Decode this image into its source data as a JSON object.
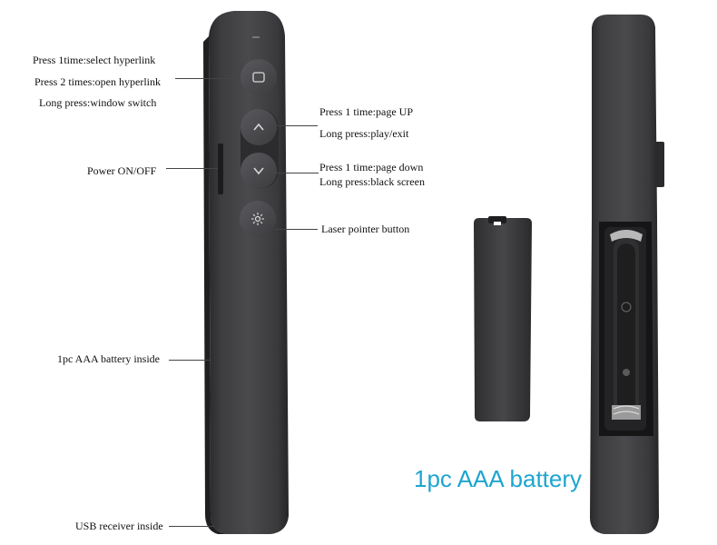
{
  "labels": {
    "select_hyperlink": "Press 1time:select hyperlink",
    "open_hyperlink": "Press 2 times:open hyperlink",
    "window_switch": "Long press:window switch",
    "page_up": "Press 1 time:page UP",
    "play_exit": "Long press:play/exit",
    "power": "Power ON/OFF",
    "page_down": "Press 1 time:page down",
    "black_screen": "Long press:black screen",
    "laser": "Laser pointer button",
    "battery_inside": "1pc AAA battery inside",
    "usb_receiver": "USB receiver inside"
  },
  "caption": "1pc AAA battery",
  "colors": {
    "caption": "#1ea5cf",
    "body": "#3a3a3c",
    "button": "#4a4a4d"
  },
  "icons": [
    "window-icon",
    "chevron-up-icon",
    "chevron-down-icon",
    "laser-icon"
  ]
}
